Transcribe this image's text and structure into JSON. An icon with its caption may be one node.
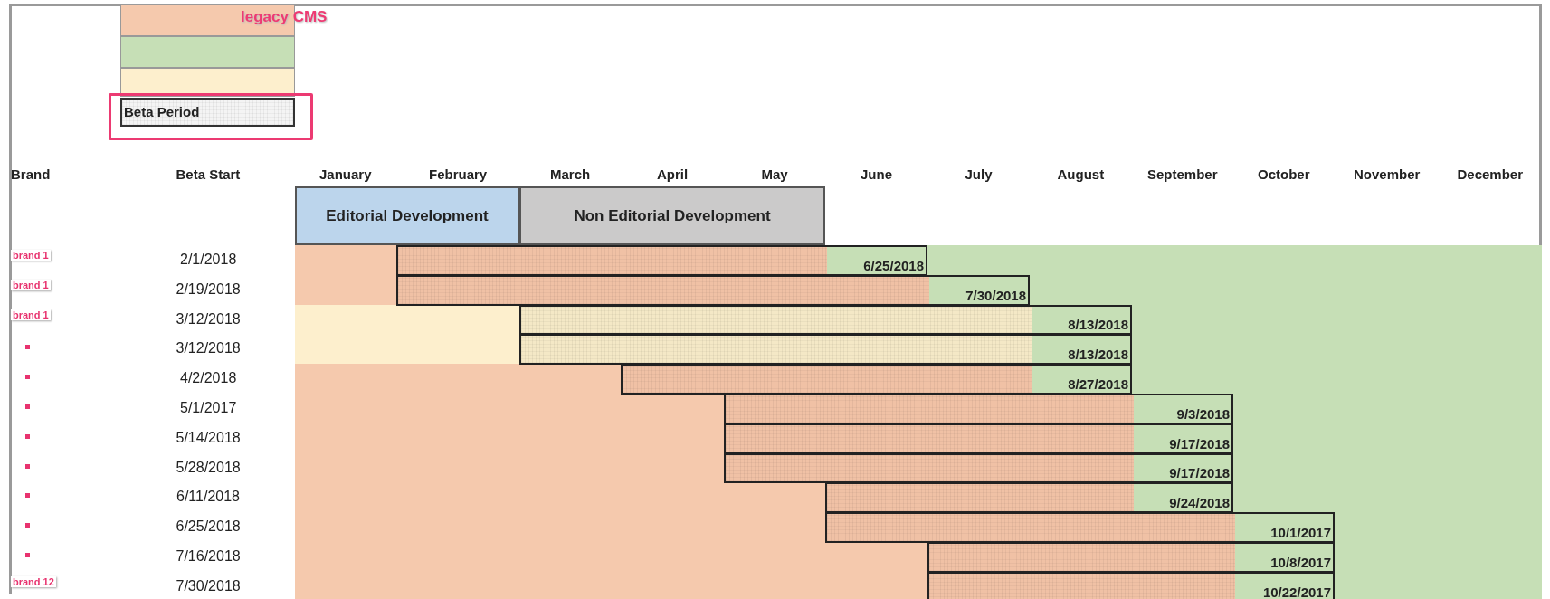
{
  "diagram": {
    "nodes": [
      {
        "text": [
          "Editorial Development"
        ]
      },
      {
        "text": [
          "Non Editorial Development"
        ]
      },
      {
        "text": [
          "6/25/2018"
        ]
      },
      {
        "text": [
          "7/30/2018"
        ]
      },
      {
        "text": [
          "8/13/2018"
        ]
      },
      {
        "text": [
          "8/13/2018"
        ]
      },
      {
        "text": [
          "8/27/2018"
        ]
      },
      {
        "text": [
          "9/3/2018"
        ]
      },
      {
        "text": [
          "9/17/2018"
        ]
      },
      {
        "text": [
          "9/17/2018"
        ]
      },
      {
        "text": [
          "9/24/2018"
        ]
      },
      {
        "text": [
          "10/1/2017"
        ]
      },
      {
        "text": [
          "10/8/2017"
        ]
      },
      {
        "text": [
          "10/22/2017"
        ]
      }
    ],
    "labels": [
      "Brand",
      "Beta Start",
      "January",
      "February",
      "March",
      "April",
      "May",
      "June",
      "July",
      "August",
      "September",
      "October",
      "November",
      "December",
      "brand 1",
      "2/1/2018",
      "brand 1",
      "2/19/2018",
      "brand 1",
      "3/12/2018",
      "3/12/2018",
      "4/2/2018",
      "5/1/2017",
      "5/14/2018",
      "5/28/2018",
      "6/11/2018",
      "6/25/2018",
      "7/16/2018",
      "brand 12",
      "7/30/2018"
    ],
    "legend": [
      {
        "text": "legacy CMS",
        "color": "#f5c9ad"
      },
      {
        "text": "Beta Period"
      }
    ]
  }
}
